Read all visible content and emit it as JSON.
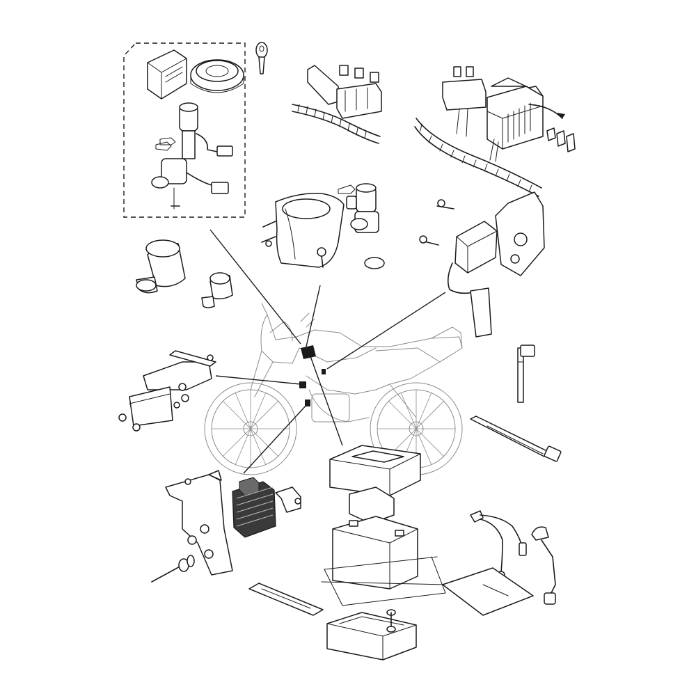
{
  "diagram": {
    "background": "#ffffff",
    "line_color": "#1a1a1a",
    "parts": [
      {
        "id": "ignition-kit"
      },
      {
        "id": "key"
      },
      {
        "id": "relay-connector-upper"
      },
      {
        "id": "fuse-box"
      },
      {
        "id": "handlebar-cover"
      },
      {
        "id": "lock-set"
      },
      {
        "id": "rubber-boot-large"
      },
      {
        "id": "rubber-boot-small"
      },
      {
        "id": "starter-relay"
      },
      {
        "id": "cable-tie"
      },
      {
        "id": "tie-strap"
      },
      {
        "id": "left-bracket"
      },
      {
        "id": "motorcycle"
      },
      {
        "id": "regulator-bracket"
      },
      {
        "id": "voltage-regulator"
      },
      {
        "id": "battery-cover-upper"
      },
      {
        "id": "battery"
      },
      {
        "id": "battery-tray"
      },
      {
        "id": "battery-strap"
      },
      {
        "id": "battery-box"
      },
      {
        "id": "battery-cable"
      },
      {
        "id": "terminal-cap"
      },
      {
        "id": "rubber-pad"
      }
    ]
  }
}
